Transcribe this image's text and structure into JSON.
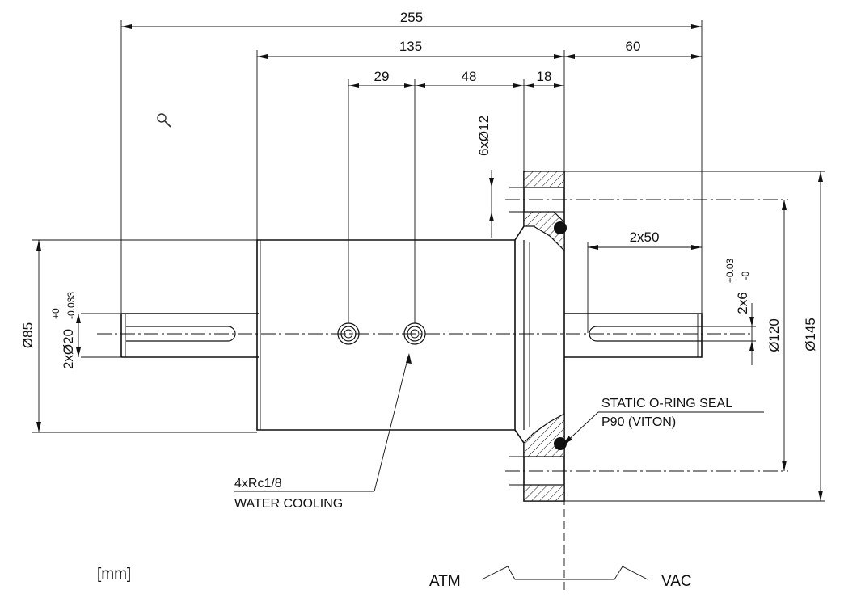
{
  "dimensions": {
    "overall_length": "255",
    "body_length": "135",
    "flange_to_shaft_end": "60",
    "port_spacing": "29",
    "port_to_flange": "48",
    "flange_thickness": "18",
    "flange_holes": "6xØ12",
    "keyway_spacing": "2x50",
    "key_width": "2x6",
    "key_width_tol_upper": "+0.03",
    "key_width_tol_lower": "-0",
    "body_diameter": "Ø85",
    "shaft_diameter": "2xØ20",
    "shaft_tol_upper": "+0",
    "shaft_tol_lower": "-0.033",
    "bolt_circle": "Ø120",
    "flange_diameter": "Ø145"
  },
  "annotations": {
    "oring_line1": "STATIC O-RING SEAL",
    "oring_line2": "P90 (VITON)",
    "cooling_line1": "4xRc1/8",
    "cooling_line2": "WATER COOLING",
    "units": "[mm]",
    "atm_side": "ATM",
    "vac_side": "VAC"
  },
  "icons": {
    "zoom": "magnifier-icon"
  }
}
